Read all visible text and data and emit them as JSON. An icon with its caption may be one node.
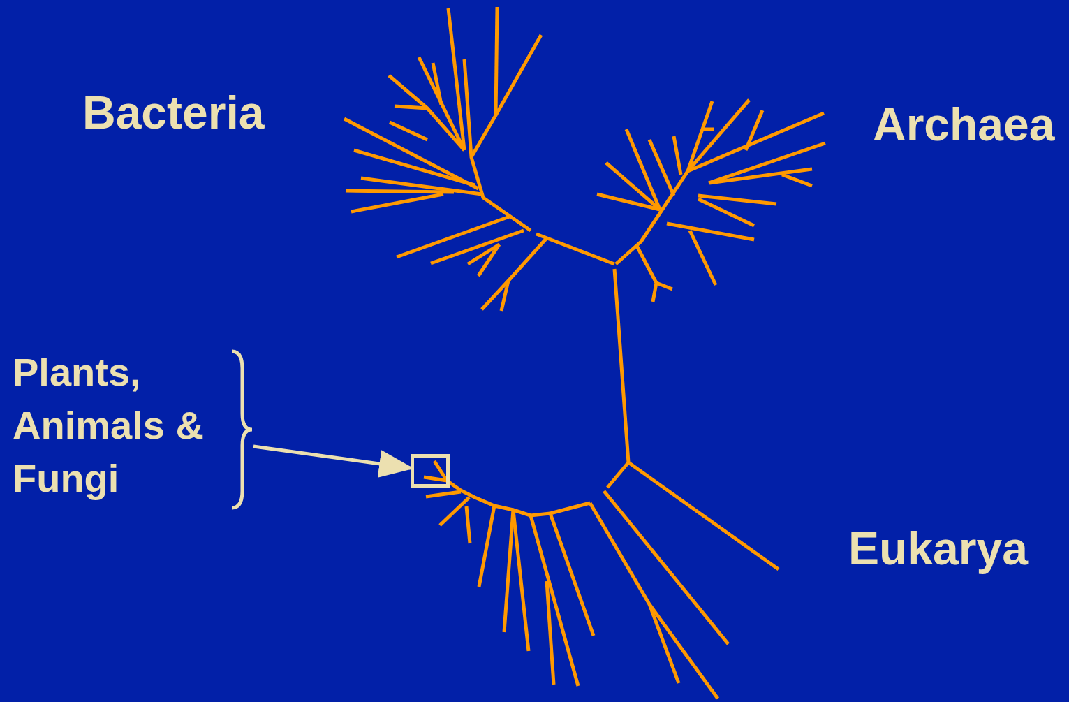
{
  "diagram": {
    "nodes": [
      {
        "text": [
          "Plants, Animals & Fungi"
        ]
      },
      {
        "text": [],
        "shape": "box"
      }
    ],
    "edges": [
      {
        "from": 0,
        "to": 1,
        "arrow": "to"
      }
    ],
    "labels": [
      "Bacteria",
      "Archaea",
      "Eukarya"
    ]
  }
}
